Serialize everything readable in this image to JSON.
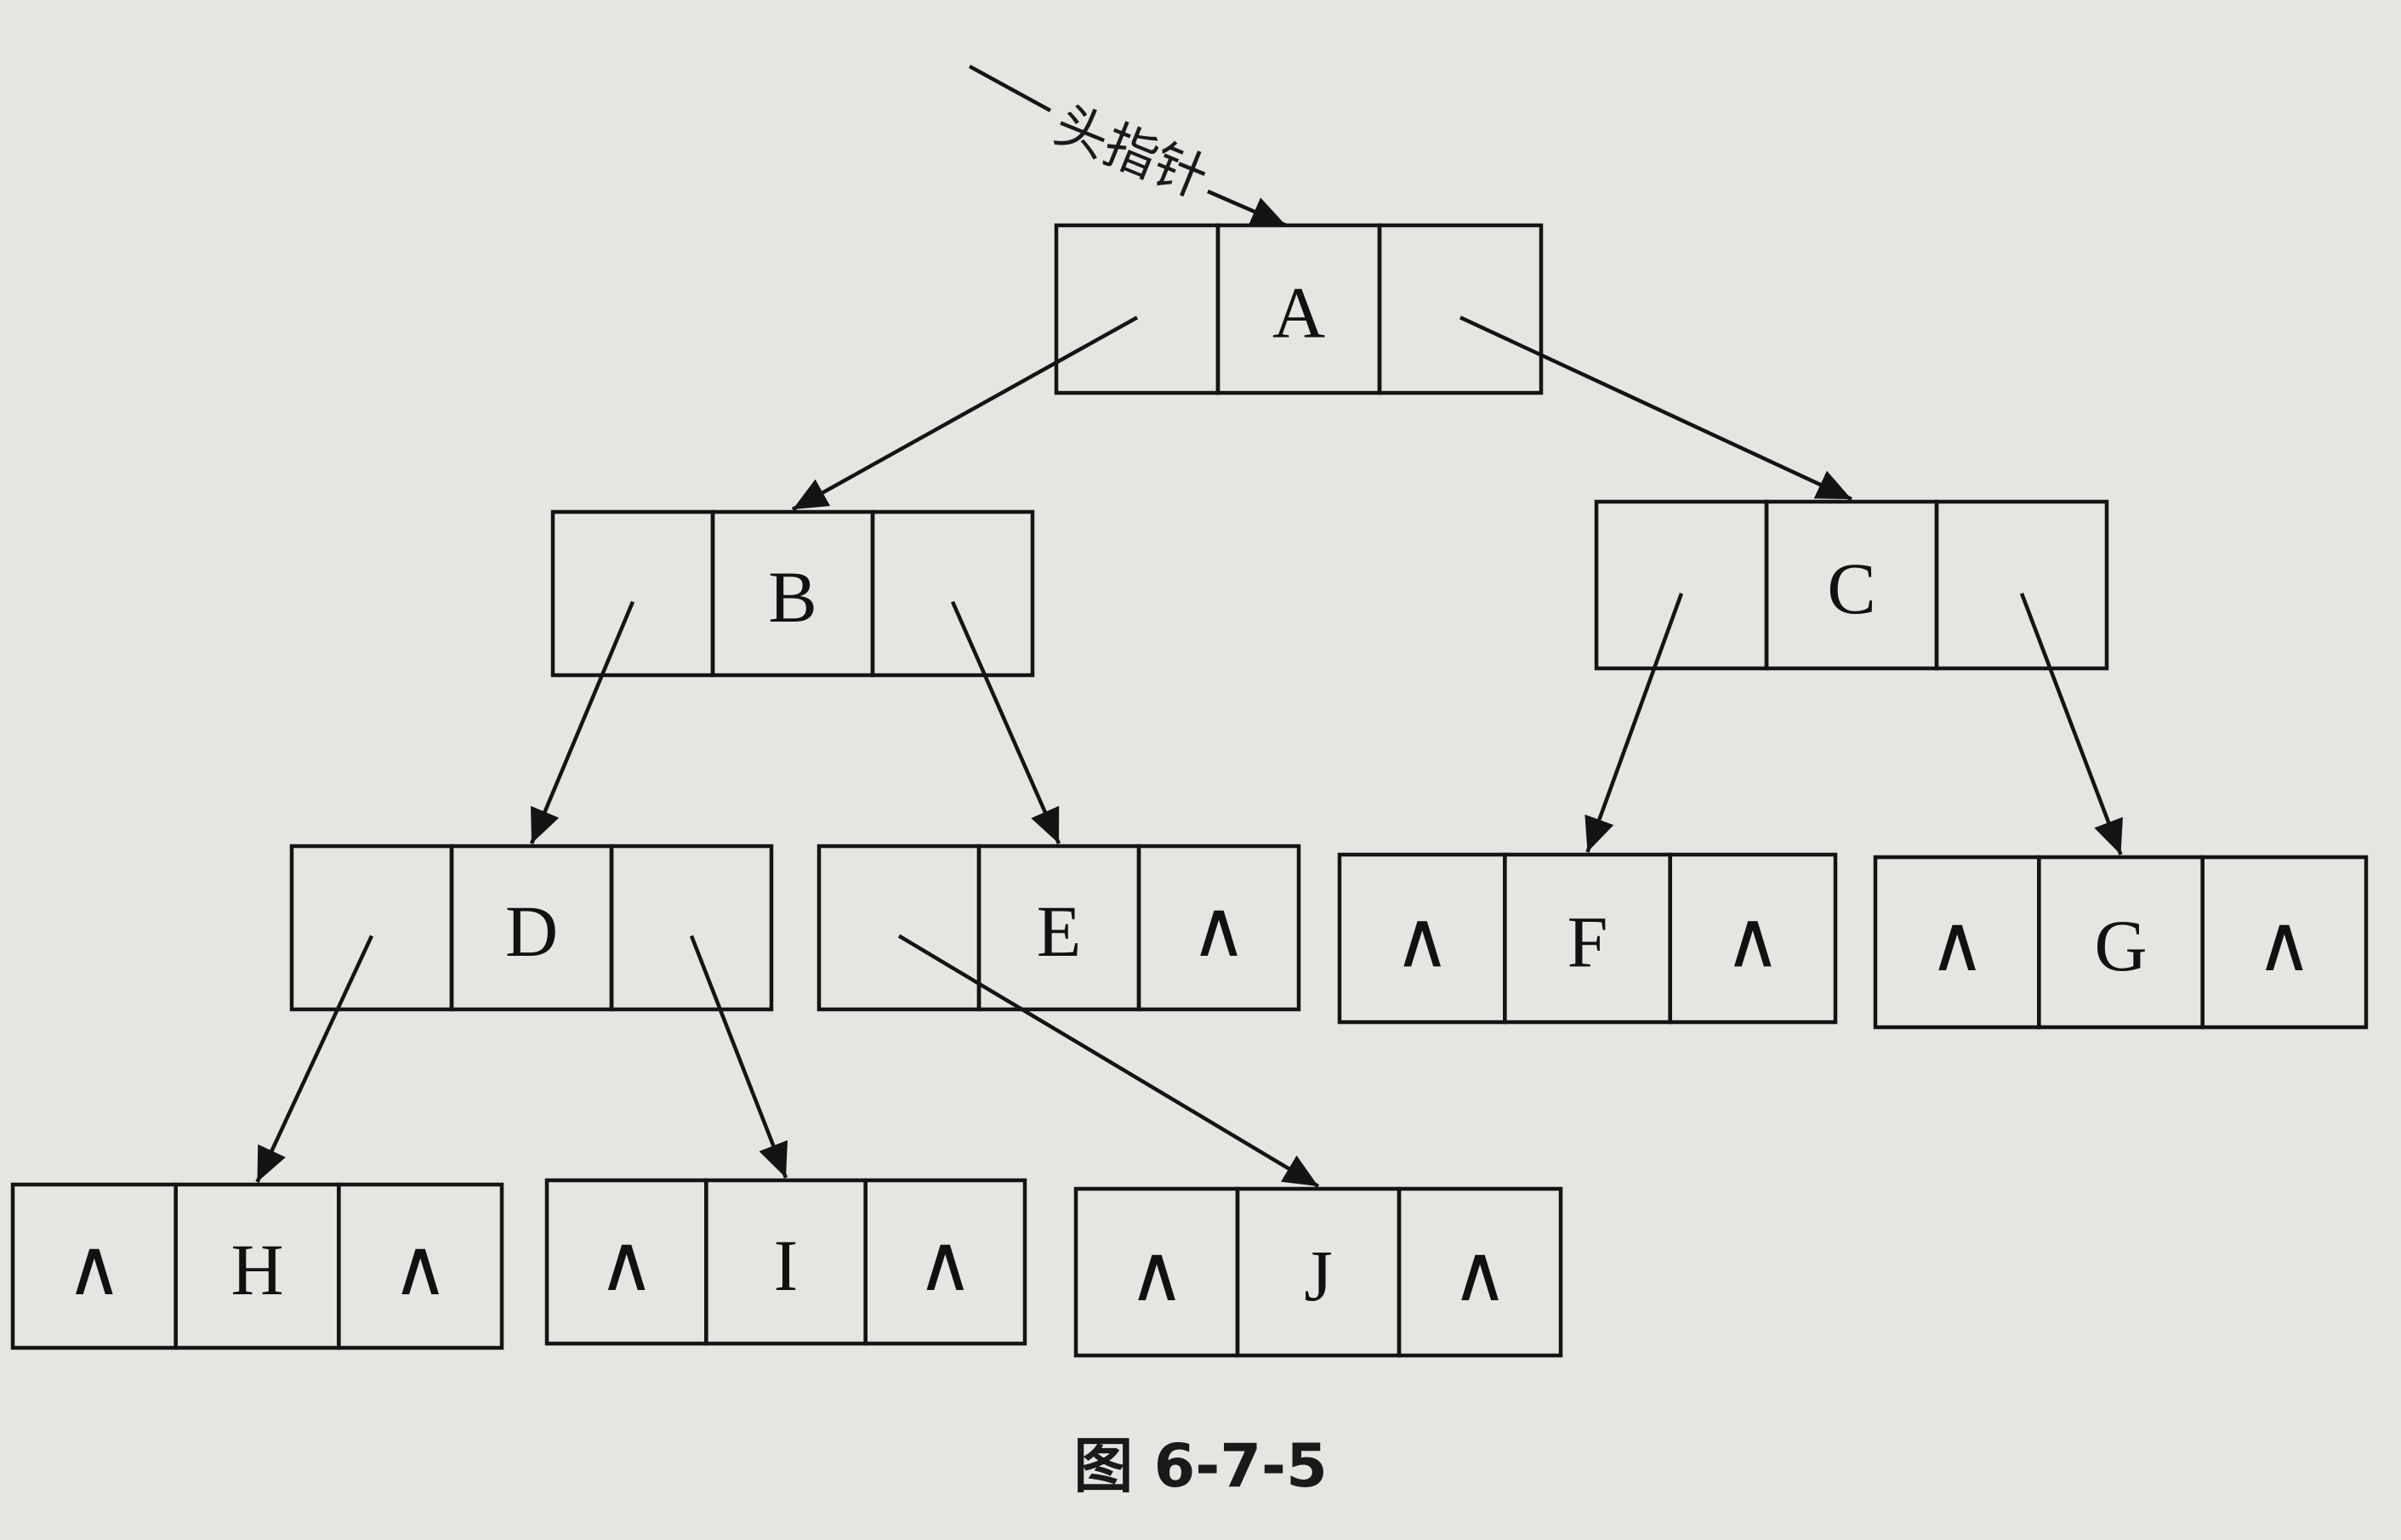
{
  "head_pointer_label": "头指针",
  "null_symbol": "∧",
  "caption": {
    "prefix": "图",
    "number": "6-7-5"
  },
  "nodes": [
    {
      "id": "A",
      "label": "A",
      "left_null": false,
      "right_null": false
    },
    {
      "id": "B",
      "label": "B",
      "left_null": false,
      "right_null": false
    },
    {
      "id": "C",
      "label": "C",
      "left_null": false,
      "right_null": false
    },
    {
      "id": "D",
      "label": "D",
      "left_null": false,
      "right_null": false
    },
    {
      "id": "E",
      "label": "E",
      "left_null": false,
      "right_null": true
    },
    {
      "id": "F",
      "label": "F",
      "left_null": true,
      "right_null": true
    },
    {
      "id": "G",
      "label": "G",
      "left_null": true,
      "right_null": true
    },
    {
      "id": "H",
      "label": "H",
      "left_null": true,
      "right_null": true
    },
    {
      "id": "I",
      "label": "I",
      "left_null": true,
      "right_null": true
    },
    {
      "id": "J",
      "label": "J",
      "left_null": true,
      "right_null": true
    }
  ],
  "edges": [
    {
      "from": "A",
      "side": "left",
      "to": "B"
    },
    {
      "from": "A",
      "side": "right",
      "to": "C"
    },
    {
      "from": "B",
      "side": "left",
      "to": "D"
    },
    {
      "from": "B",
      "side": "right",
      "to": "E"
    },
    {
      "from": "C",
      "side": "left",
      "to": "F"
    },
    {
      "from": "C",
      "side": "right",
      "to": "G"
    },
    {
      "from": "D",
      "side": "left",
      "to": "H"
    },
    {
      "from": "D",
      "side": "right",
      "to": "I"
    },
    {
      "from": "E",
      "side": "left",
      "to": "J"
    }
  ]
}
